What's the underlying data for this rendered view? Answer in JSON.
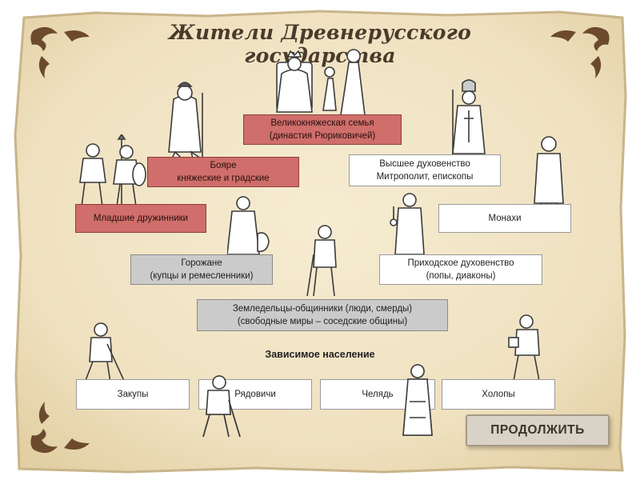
{
  "title": "Жители Древнерусского государства",
  "boxes": {
    "grand_family": {
      "line1": "Великокняжеская семья",
      "line2": "(династия Рюриковичей)"
    },
    "boyars": {
      "line1": "Бояре",
      "line2": "княжеские и градские"
    },
    "higher_clergy": {
      "line1": "Высшее духовенство",
      "line2": "Митрополит, епископы"
    },
    "junior_druzhina": {
      "line1": "Младшие дружинники"
    },
    "monks": {
      "line1": "Монахи"
    },
    "townspeople": {
      "line1": "Горожане",
      "line2": "(купцы и ремесленники)"
    },
    "parish_clergy": {
      "line1": "Приходское духовенство",
      "line2": "(попы, диаконы)"
    },
    "farmers": {
      "line1": "Земледельцы-общинники (люди, смерды)",
      "line2": "(свободные миры – соседские общины)"
    },
    "zakupy": {
      "line1": "Закупы"
    },
    "ryadovichi": {
      "line1": "Рядовичи"
    },
    "chelyad": {
      "line1": "Челядь"
    },
    "kholopy": {
      "line1": "Холопы"
    }
  },
  "dependent_title": "Зависимое население",
  "continue_button": "ПРОДОЛЖИТЬ",
  "colors": {
    "red": "#cf6e6a",
    "grey": "#cbcbcb",
    "parchment": "#efe3c4",
    "ink": "#3a3a3a"
  }
}
